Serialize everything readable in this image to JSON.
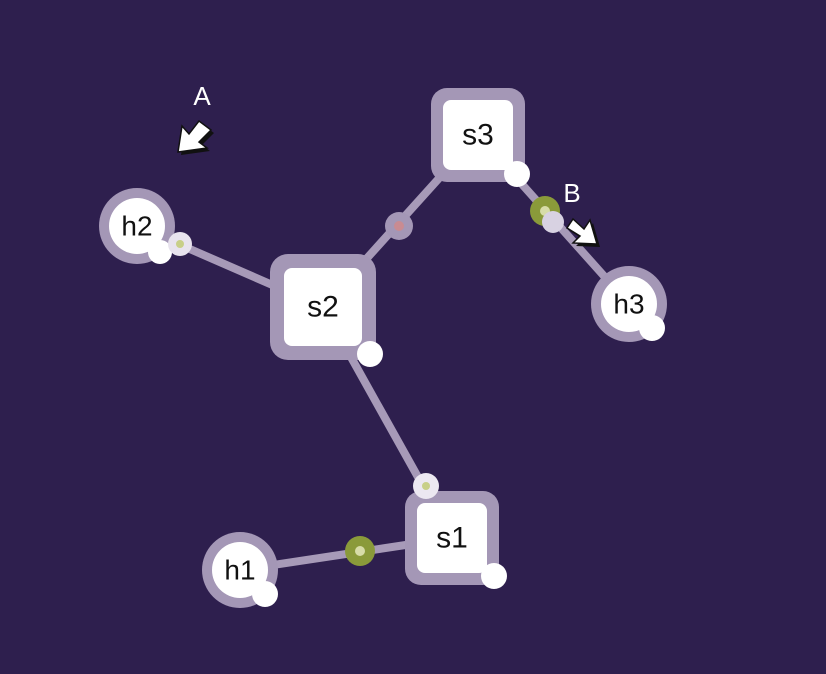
{
  "colors": {
    "background": "#2e1f4e",
    "link": "#a79ab8",
    "node_halo": "#a497b6",
    "node_fill": "#ffffff",
    "port_fill": "#ffffff",
    "packet_green": "#8a9a3a",
    "packet_green_light": "#d7dca8",
    "packet_red": "#c98b92"
  },
  "nodes": {
    "s1": {
      "label": "s1",
      "kind": "switch"
    },
    "s2": {
      "label": "s2",
      "kind": "switch"
    },
    "s3": {
      "label": "s3",
      "kind": "switch"
    },
    "h1": {
      "label": "h1",
      "kind": "host"
    },
    "h2": {
      "label": "h2",
      "kind": "host"
    },
    "h3": {
      "label": "h3",
      "kind": "host"
    }
  },
  "links": [
    {
      "from": "h2",
      "to": "s2"
    },
    {
      "from": "s2",
      "to": "s3"
    },
    {
      "from": "s3",
      "to": "h3"
    },
    {
      "from": "s2",
      "to": "s1"
    },
    {
      "from": "h1",
      "to": "s1"
    }
  ],
  "pointers": {
    "A": {
      "label": "A",
      "icon": "arrow-cursor-icon"
    },
    "B": {
      "label": "B",
      "icon": "arrow-cursor-icon"
    }
  }
}
